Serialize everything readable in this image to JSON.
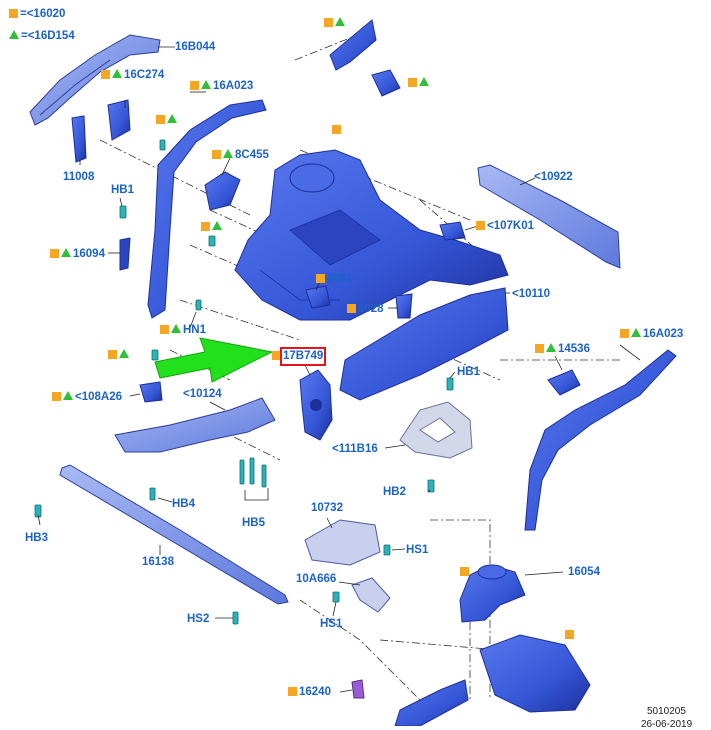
{
  "legend": {
    "square_text": "=<16020",
    "triangle_text": "=<16D154"
  },
  "labels": {
    "l16B044": "16B044",
    "l16C274": "16C274",
    "l16A023_top": "16A023",
    "l11008": "11008",
    "l8C455": "8C455",
    "lHB1_top": "HB1",
    "l16094": "16094",
    "lHN1": "HN1",
    "l108A26": "<108A26",
    "l10124": "<10124",
    "l10922": "<10922",
    "l107K01": "<107K01",
    "l6061": "6061",
    "l6028": "6028",
    "l10110": "<10110",
    "l17B749": "17B749",
    "lHB1_mid": "HB1",
    "l14536": "14536",
    "l16A023_right": "16A023",
    "l111B16": "<111B16",
    "lHB2": "HB2",
    "lHB4": "HB4",
    "lHB3": "HB3",
    "lHB5": "HB5",
    "l16138": "16138",
    "l10732": "10732",
    "lHS1_a": "HS1",
    "l10A666": "10A666",
    "lHS1_b": "HS1",
    "l16054": "16054",
    "lHS2": "HS2",
    "l16240": "16240"
  },
  "footer": {
    "ref_number": "5010205",
    "ref_date": "26-06-2019"
  },
  "colors": {
    "part_blue": "#3557d8",
    "part_dark": "#1e2f9a",
    "label_blue": "#1c63c6",
    "highlight_red": "#e8141c",
    "arrow_green": "#22e01c",
    "square_orange": "#f5a623",
    "triangle_green": "#2fbf3a",
    "fastener_teal": "#2bb3b8",
    "plate_grey": "#b8c0dc",
    "accent_purple": "#9b5bd6"
  }
}
